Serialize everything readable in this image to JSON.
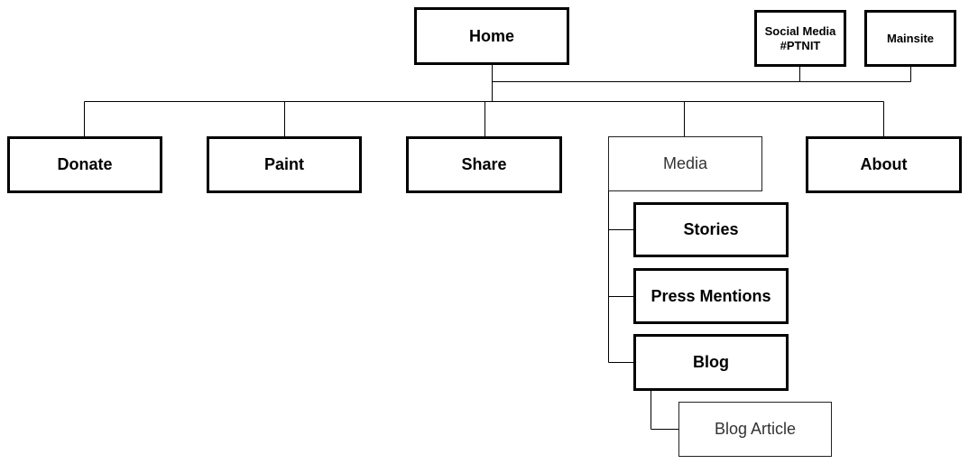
{
  "nodes": {
    "home": "Home",
    "social_media": [
      "Social Media",
      "#PTNIT"
    ],
    "mainsite": "Mainsite",
    "donate": "Donate",
    "paint": "Paint",
    "share": "Share",
    "media": "Media",
    "about": "About",
    "stories": "Stories",
    "press_mentions": "Press Mentions",
    "blog": "Blog",
    "blog_article": "Blog Article"
  },
  "colors": {
    "line": "#000000",
    "border": "#000000",
    "background": "#ffffff"
  }
}
